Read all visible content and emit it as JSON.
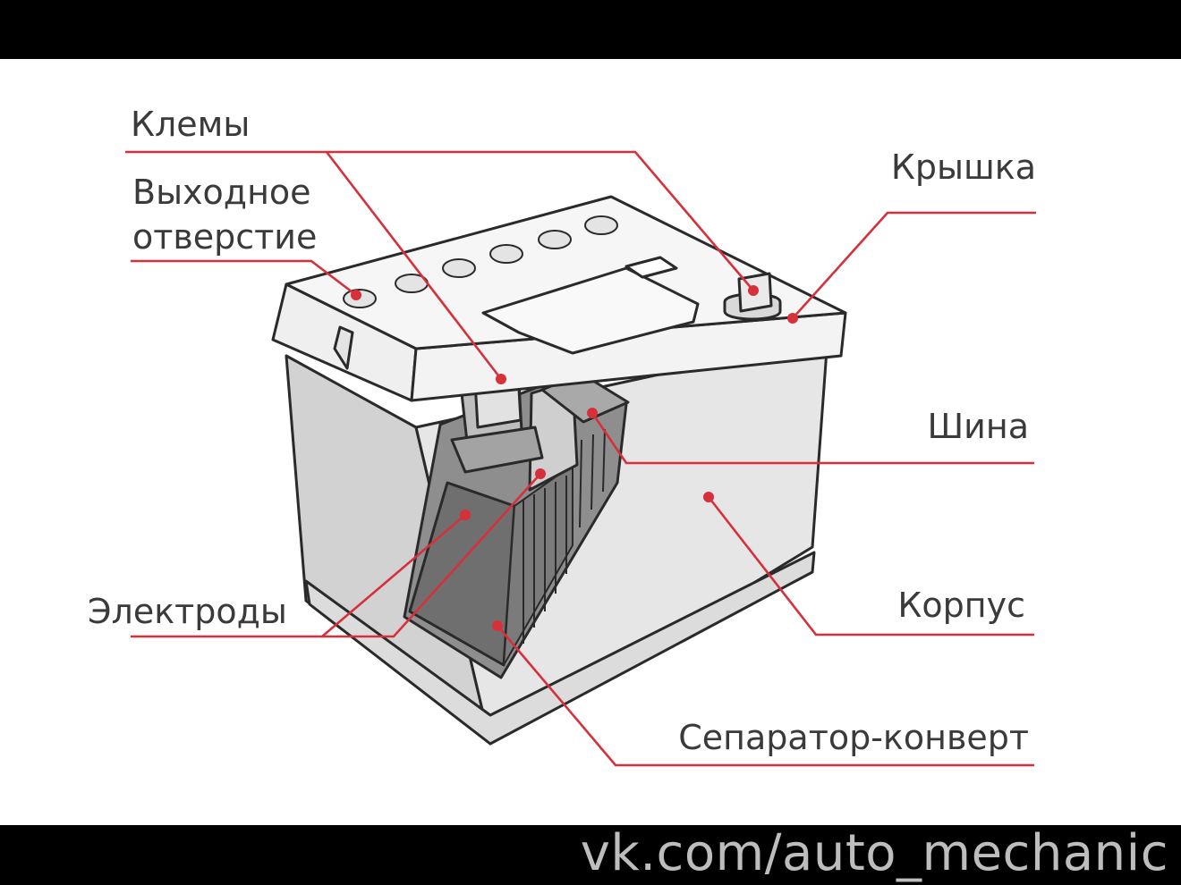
{
  "labels": {
    "terminals": "Клемы",
    "vent_line1": "Выходное",
    "vent_line2": "отверстие",
    "lid": "Крышка",
    "bus": "Шина",
    "electrodes": "Электроды",
    "case": "Корпус",
    "separator": "Сепаратор-конверт"
  },
  "watermark": "vk.com/auto_mechanic",
  "colors": {
    "leader": "#d6303b",
    "outline": "#2a2a2a",
    "background": "#ffffff",
    "frame": "#000000"
  }
}
